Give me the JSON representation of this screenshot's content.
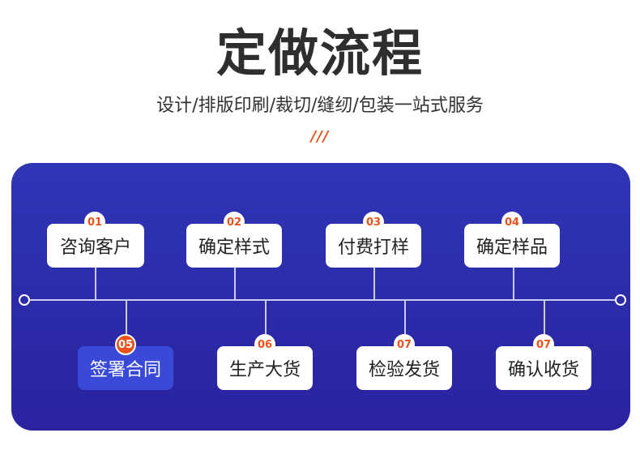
{
  "header": {
    "title": "定做流程",
    "subtitle": "设计/排版印刷/裁切/缝纫/包装一站式服务",
    "decoration": "///"
  },
  "colors": {
    "panel": "#2c2ca8",
    "accent": "#e8531d",
    "active_step": "#3a4ad8"
  },
  "steps_top": [
    {
      "num": "01",
      "label": "咨询客户"
    },
    {
      "num": "02",
      "label": "确定样式"
    },
    {
      "num": "03",
      "label": "付费打样"
    },
    {
      "num": "04",
      "label": "确定样品"
    }
  ],
  "steps_bottom": [
    {
      "num": "05",
      "label": "签署合同",
      "active": true
    },
    {
      "num": "06",
      "label": "生产大货"
    },
    {
      "num": "07",
      "label": "检验发货"
    },
    {
      "num": "07",
      "label": "确认收货"
    }
  ]
}
